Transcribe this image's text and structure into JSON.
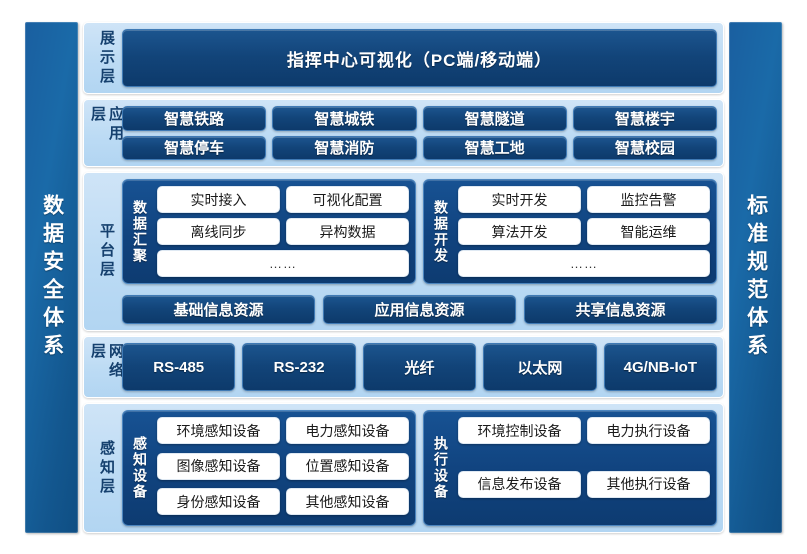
{
  "sidebars": {
    "left": {
      "label": "数据安全体系"
    },
    "right": {
      "label": "标准规范体系"
    }
  },
  "colors": {
    "page_background": "#ffffff",
    "pillar_blue": "#1a5fa0",
    "layer_panel_blue": "#c2dff5",
    "button_dark_blue": "#124479",
    "group_dark_blue": "#114480",
    "white_box": "#ffffff",
    "layer_label_text": "#15406e"
  },
  "layers": [
    {
      "id": "display",
      "label": "展示层",
      "banner": "指挥中心可视化（PC端/移动端）"
    },
    {
      "id": "application",
      "label": "应用层",
      "rows": [
        [
          "智慧铁路",
          "智慧城铁",
          "智慧隧道",
          "智慧楼宇"
        ],
        [
          "智慧停车",
          "智慧消防",
          "智慧工地",
          "智慧校园"
        ]
      ]
    },
    {
      "id": "platform",
      "label": "平台层",
      "groups": [
        {
          "label": "数据汇聚",
          "rows": [
            [
              "实时接入",
              "可视化配置"
            ],
            [
              "离线同步",
              "异构数据"
            ],
            [
              "……"
            ]
          ]
        },
        {
          "label": "数据开发",
          "rows": [
            [
              "实时开发",
              "监控告警"
            ],
            [
              "算法开发",
              "智能运维"
            ],
            [
              "……"
            ]
          ]
        }
      ],
      "resources": [
        "基础信息资源",
        "应用信息资源",
        "共享信息资源"
      ]
    },
    {
      "id": "network",
      "label": "网络层",
      "items": [
        "RS-485",
        "RS-232",
        "光纤",
        "以太网",
        "4G/NB-IoT"
      ]
    },
    {
      "id": "sense",
      "label": "感知层",
      "groups": [
        {
          "label": "感知设备",
          "rows": [
            [
              "环境感知设备",
              "电力感知设备"
            ],
            [
              "图像感知设备",
              "位置感知设备"
            ],
            [
              "身份感知设备",
              "其他感知设备"
            ]
          ]
        },
        {
          "label": "执行设备",
          "rows": [
            [
              "环境控制设备",
              "电力执行设备"
            ],
            [
              "信息发布设备",
              "其他执行设备"
            ]
          ]
        }
      ]
    }
  ]
}
